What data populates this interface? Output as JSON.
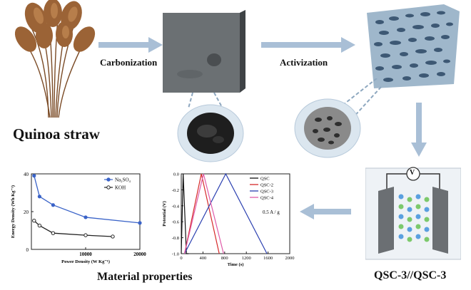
{
  "labels": {
    "source": "Quinoa straw",
    "step1": "Carbonization",
    "step2": "Activization",
    "properties": "Material properties",
    "device": "QSC-3//QSC-3",
    "voltmeter": "V"
  },
  "chart_data": [
    {
      "type": "line",
      "xlabel": "Power Density (W Kg⁻¹)",
      "ylabel": "Energy Density (Wh Kg⁻¹)",
      "xlim": [
        0,
        20000
      ],
      "ylim": [
        0,
        40
      ],
      "xticks": [
        "10000",
        "20000"
      ],
      "yticks": [
        "40",
        "20",
        "0"
      ],
      "series": [
        {
          "name": "Na₂SO₄",
          "color": "#3a63c8",
          "x": [
            500,
            1500,
            4000,
            10000,
            20000
          ],
          "y": [
            39,
            28,
            23.5,
            17,
            14
          ]
        },
        {
          "name": "KOH",
          "color": "#222222",
          "x": [
            500,
            1500,
            4000,
            10000,
            15000
          ],
          "y": [
            15.2,
            12.6,
            8.6,
            7.5,
            6.8
          ]
        }
      ],
      "legend": "top-right"
    },
    {
      "type": "line",
      "xlabel": "Time (s)",
      "ylabel": "Potential (V)",
      "xlim": [
        0,
        2000
      ],
      "ylim": [
        -1.0,
        0.0
      ],
      "xticks": [
        "0",
        "400",
        "800",
        "1200",
        "1600",
        "2000"
      ],
      "yticks": [
        "0.0",
        "-0.2",
        "-0.4",
        "-0.6",
        "-0.8",
        "-1.0"
      ],
      "annotation": "0.5 A / g",
      "series": [
        {
          "name": "QSC",
          "color": "#111111",
          "x": [
            0,
            35,
            95,
            135
          ],
          "y": [
            -1.0,
            0.0,
            -1.0,
            -1.0
          ]
        },
        {
          "name": "QSC-2",
          "color": "#d62a2a",
          "x": [
            60,
            370,
            700
          ],
          "y": [
            -1.0,
            0.0,
            -1.0
          ]
        },
        {
          "name": "QSC-3",
          "color": "#2a3fb0",
          "x": [
            60,
            820,
            1580
          ],
          "y": [
            -1.0,
            0.0,
            -1.0
          ]
        },
        {
          "name": "QSC-4",
          "color": "#e05aa8",
          "x": [
            60,
            410,
            780
          ],
          "y": [
            -1.0,
            0.0,
            -1.0
          ]
        }
      ],
      "legend": "top-right"
    }
  ]
}
